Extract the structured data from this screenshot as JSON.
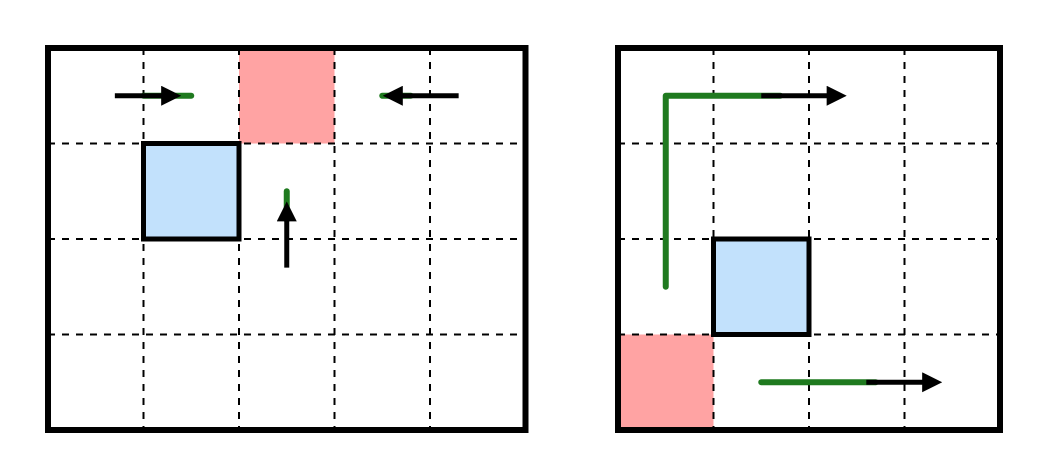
{
  "colors": {
    "background": "#ffffff",
    "border": "#000000",
    "grid": "#000000",
    "red_cell": "#ffa3a3",
    "blue_cell": "#c2e1fc",
    "trail": "#1f7a1f",
    "arrow": "#000000"
  },
  "panels": [
    {
      "cols": 5,
      "rows": 4,
      "red_cells": [
        {
          "col": 2,
          "row": 0
        }
      ],
      "blue_squares": [
        {
          "col": 1,
          "row": 1
        }
      ],
      "moves": [
        {
          "trail": [
            [
              1.5,
              0.5
            ],
            [
              1.0,
              0.5
            ]
          ],
          "arrow": [
            [
              0.7,
              0.5
            ],
            [
              1.3,
              0.5
            ]
          ]
        },
        {
          "trail": [
            [
              3.5,
              0.5
            ],
            [
              3.8,
              0.5
            ]
          ],
          "arrow": [
            [
              4.3,
              0.5
            ],
            [
              3.6,
              0.5
            ]
          ]
        },
        {
          "trail": [
            [
              2.5,
              1.5
            ],
            [
              2.5,
              1.8
            ]
          ],
          "arrow": [
            [
              2.5,
              2.3
            ],
            [
              2.5,
              1.7
            ]
          ]
        }
      ]
    },
    {
      "cols": 4,
      "rows": 4,
      "red_cells": [
        {
          "col": 0,
          "row": 3
        }
      ],
      "blue_squares": [
        {
          "col": 1,
          "row": 2
        }
      ],
      "moves": [
        {
          "trail": [
            [
              0.5,
              2.5
            ],
            [
              0.5,
              0.5
            ],
            [
              1.7,
              0.5
            ]
          ],
          "arrow": [
            [
              1.5,
              0.5
            ],
            [
              2.3,
              0.5
            ]
          ]
        },
        {
          "trail": [
            [
              1.5,
              3.5
            ],
            [
              2.7,
              3.5
            ]
          ],
          "arrow": [
            [
              2.6,
              3.5
            ],
            [
              3.3,
              3.5
            ]
          ]
        }
      ]
    }
  ]
}
